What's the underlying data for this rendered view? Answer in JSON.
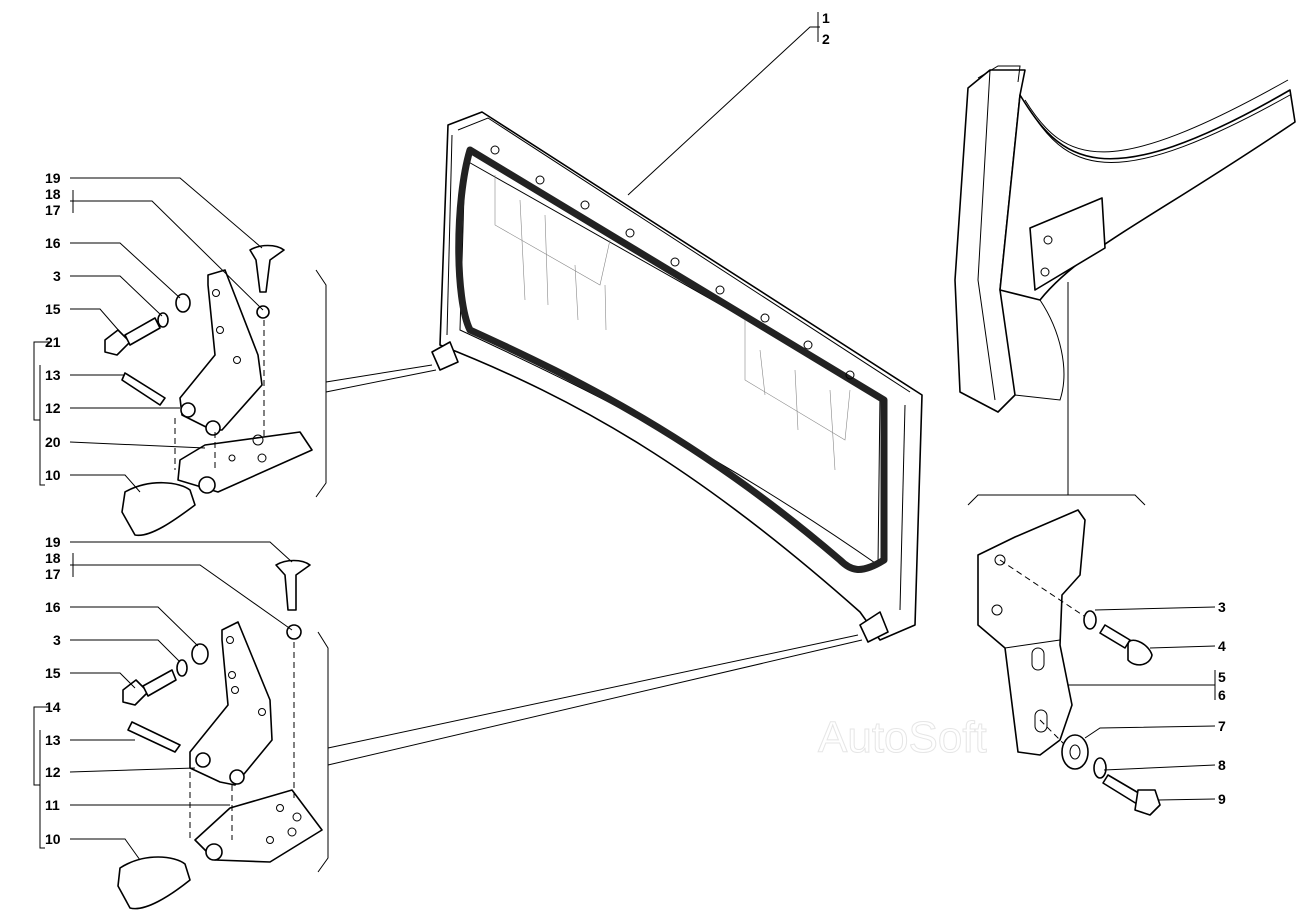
{
  "diagram": {
    "watermark": "AutoSoft",
    "callouts": {
      "c1": "1",
      "c2": "2",
      "lt19": "19",
      "lt18": "18",
      "lt17": "17",
      "lt16": "16",
      "lt3": "3",
      "lt15": "15",
      "lt21": "21",
      "lt13": "13",
      "lt12": "12",
      "lt20": "20",
      "lt10": "10",
      "lb19": "19",
      "lb18": "18",
      "lb17": "17",
      "lb16": "16",
      "lb3": "3",
      "lb15": "15",
      "lb14": "14",
      "lb13": "13",
      "lb12": "12",
      "lb11": "11",
      "lb10": "10",
      "r3": "3",
      "r4": "4",
      "r5": "5",
      "r6": "6",
      "r7": "7",
      "r8": "8",
      "r9": "9"
    }
  }
}
